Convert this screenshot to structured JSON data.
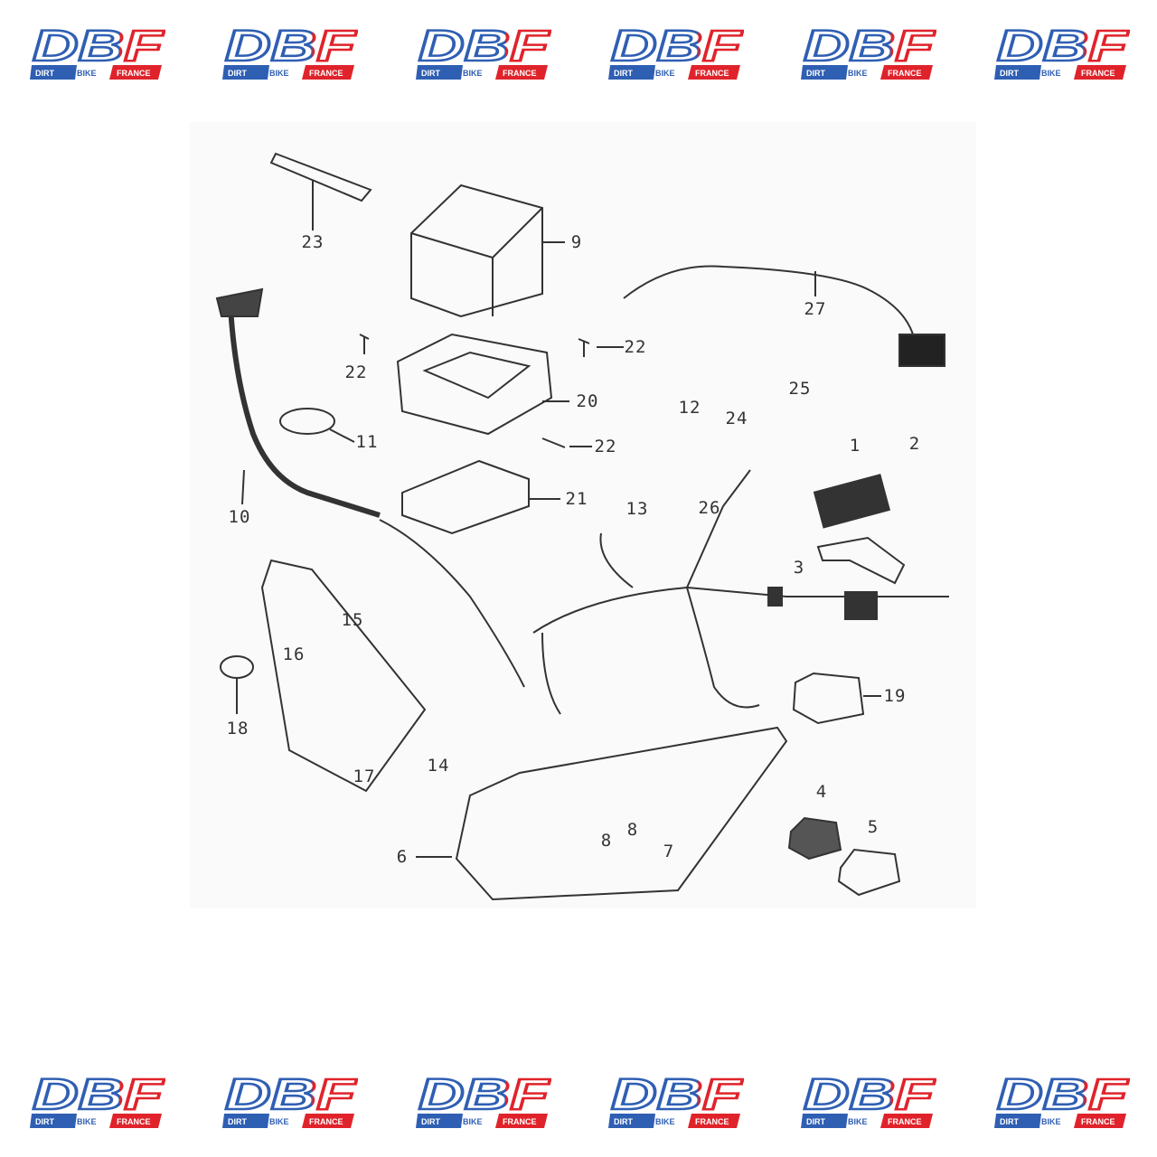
{
  "brand": {
    "name": "DBF",
    "words": [
      "DIRT",
      "BIKE",
      "FRANCE"
    ],
    "colors": {
      "blue": "#2f5fb3",
      "red": "#e0232b"
    }
  },
  "diagram": {
    "part_labels": [
      "23",
      "9",
      "27",
      "22",
      "22",
      "20",
      "22",
      "11",
      "10",
      "21",
      "12",
      "24",
      "25",
      "1",
      "2",
      "13",
      "26",
      "3",
      "15",
      "16",
      "18",
      "14",
      "17",
      "19",
      "6",
      "8",
      "8",
      "7",
      "4",
      "5"
    ]
  }
}
